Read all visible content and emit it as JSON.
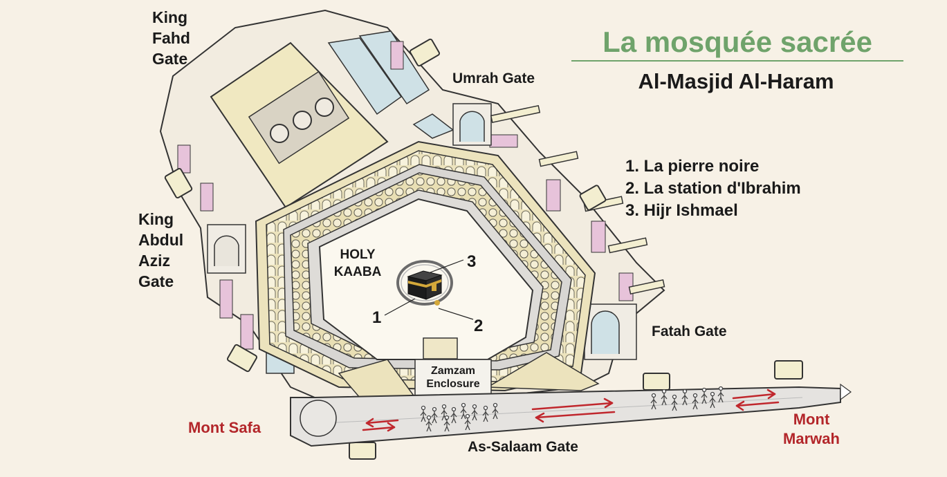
{
  "title": "La mosquée sacrée",
  "subtitle": "Al-Masjid Al-Haram",
  "legend": [
    "1. La pierre noire",
    "2. La station d'Ibrahim",
    "3. Hijr Ishmael"
  ],
  "gates": {
    "king_fahd": [
      "King",
      "Fahd",
      "Gate"
    ],
    "umrah": "Umrah Gate",
    "king_abdul_aziz": [
      "King",
      "Abdul",
      "Aziz",
      "Gate"
    ],
    "fatah": "Fatah Gate",
    "as_salaam": "As-Salaam Gate"
  },
  "kaaba": {
    "label": [
      "HOLY",
      "KAABA"
    ]
  },
  "markers": {
    "m1": "1",
    "m2": "2",
    "m3": "3"
  },
  "zamzam": [
    "Zamzam",
    "Enclosure"
  ],
  "mounts": {
    "safa": "Mont Safa",
    "marwah": [
      "Mont",
      "Marwah"
    ]
  },
  "colors": {
    "background": "#f7f1e6",
    "title_green": "#6fa36b",
    "mount_red": "#b3262a",
    "arrow_red": "#c0272d",
    "courtyard": "#fbf8ef",
    "arcade": "#ece3bd",
    "gray": "#d8d6d3",
    "blue_room": "#cfe1e6",
    "pink_room": "#e7c3da"
  }
}
